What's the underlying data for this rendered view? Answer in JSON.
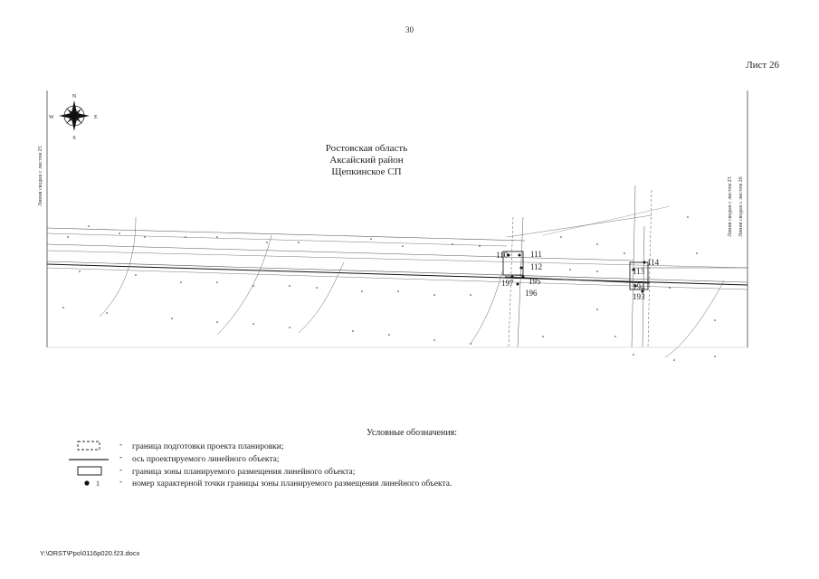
{
  "page": {
    "number": "30",
    "sheet": "Лист 26"
  },
  "region": {
    "lines": [
      "Ростовская область",
      "Аксайский район",
      "Щепкинское СП"
    ]
  },
  "compass": {
    "n": "N",
    "s": "S",
    "e": "E",
    "w": "W"
  },
  "match_lines": {
    "left": "Линия сводки с листом 25",
    "right_a": "Линия сводки с листом 23",
    "right_b": "Линия сводки с листом 26"
  },
  "points": {
    "p110": "110",
    "p111": "111",
    "p112": "112",
    "p113": "113",
    "p114": "114",
    "p193": "193",
    "p194": "194",
    "p195": "195",
    "p196": "196",
    "p197": "197"
  },
  "legend": {
    "title": "Условные обозначения:",
    "items": [
      {
        "text": "граница подготовки проекта планировки;"
      },
      {
        "text": "ось проектируемого линейного объекта;"
      },
      {
        "text": "граница зоны планируемого размещения линейного объекта;"
      },
      {
        "text": "номер характерной точки границы зоны планируемого размещения линейного объекта."
      }
    ],
    "dash": "-",
    "point_symbol_label": "1"
  },
  "colors": {
    "ink": "#222222",
    "faint": "#888888",
    "zone": "#333333"
  },
  "file_path": "Y:\\ORST\\Ppo\\0116p020.f23.docx"
}
